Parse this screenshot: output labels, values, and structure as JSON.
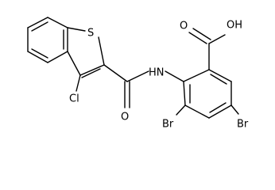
{
  "molecule": {
    "atoms": {
      "sulfur": "S",
      "chlorine": "Cl",
      "carbonyl_oxygen": "O",
      "amide_nitrogen": "HN",
      "acid_oxygen_double": "O",
      "acid_hydroxyl": "OH",
      "bromine_left": "Br",
      "bromine_right": "Br"
    }
  }
}
